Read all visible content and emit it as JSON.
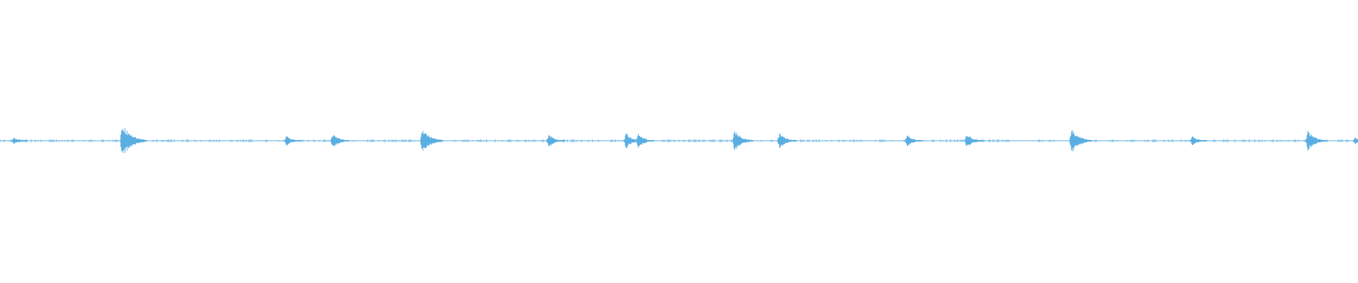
{
  "waveform": {
    "color": "#5aaee2",
    "baseline_amplitude": 0.005,
    "peak_max_amplitude": 1.0,
    "events": [
      {
        "time": 0.01,
        "amplitude": 0.22
      },
      {
        "time": 0.09,
        "amplitude": 1.0
      },
      {
        "time": 0.211,
        "amplitude": 0.3
      },
      {
        "time": 0.245,
        "amplitude": 0.45
      },
      {
        "time": 0.311,
        "amplitude": 0.75
      },
      {
        "time": 0.404,
        "amplitude": 0.4
      },
      {
        "time": 0.461,
        "amplitude": 0.45
      },
      {
        "time": 0.47,
        "amplitude": 0.42
      },
      {
        "time": 0.541,
        "amplitude": 0.6
      },
      {
        "time": 0.574,
        "amplitude": 0.5
      },
      {
        "time": 0.668,
        "amplitude": 0.35
      },
      {
        "time": 0.712,
        "amplitude": 0.42
      },
      {
        "time": 0.789,
        "amplitude": 0.75
      },
      {
        "time": 0.878,
        "amplitude": 0.3
      },
      {
        "time": 0.963,
        "amplitude": 0.6
      },
      {
        "time": 0.998,
        "amplitude": 0.2
      }
    ]
  }
}
